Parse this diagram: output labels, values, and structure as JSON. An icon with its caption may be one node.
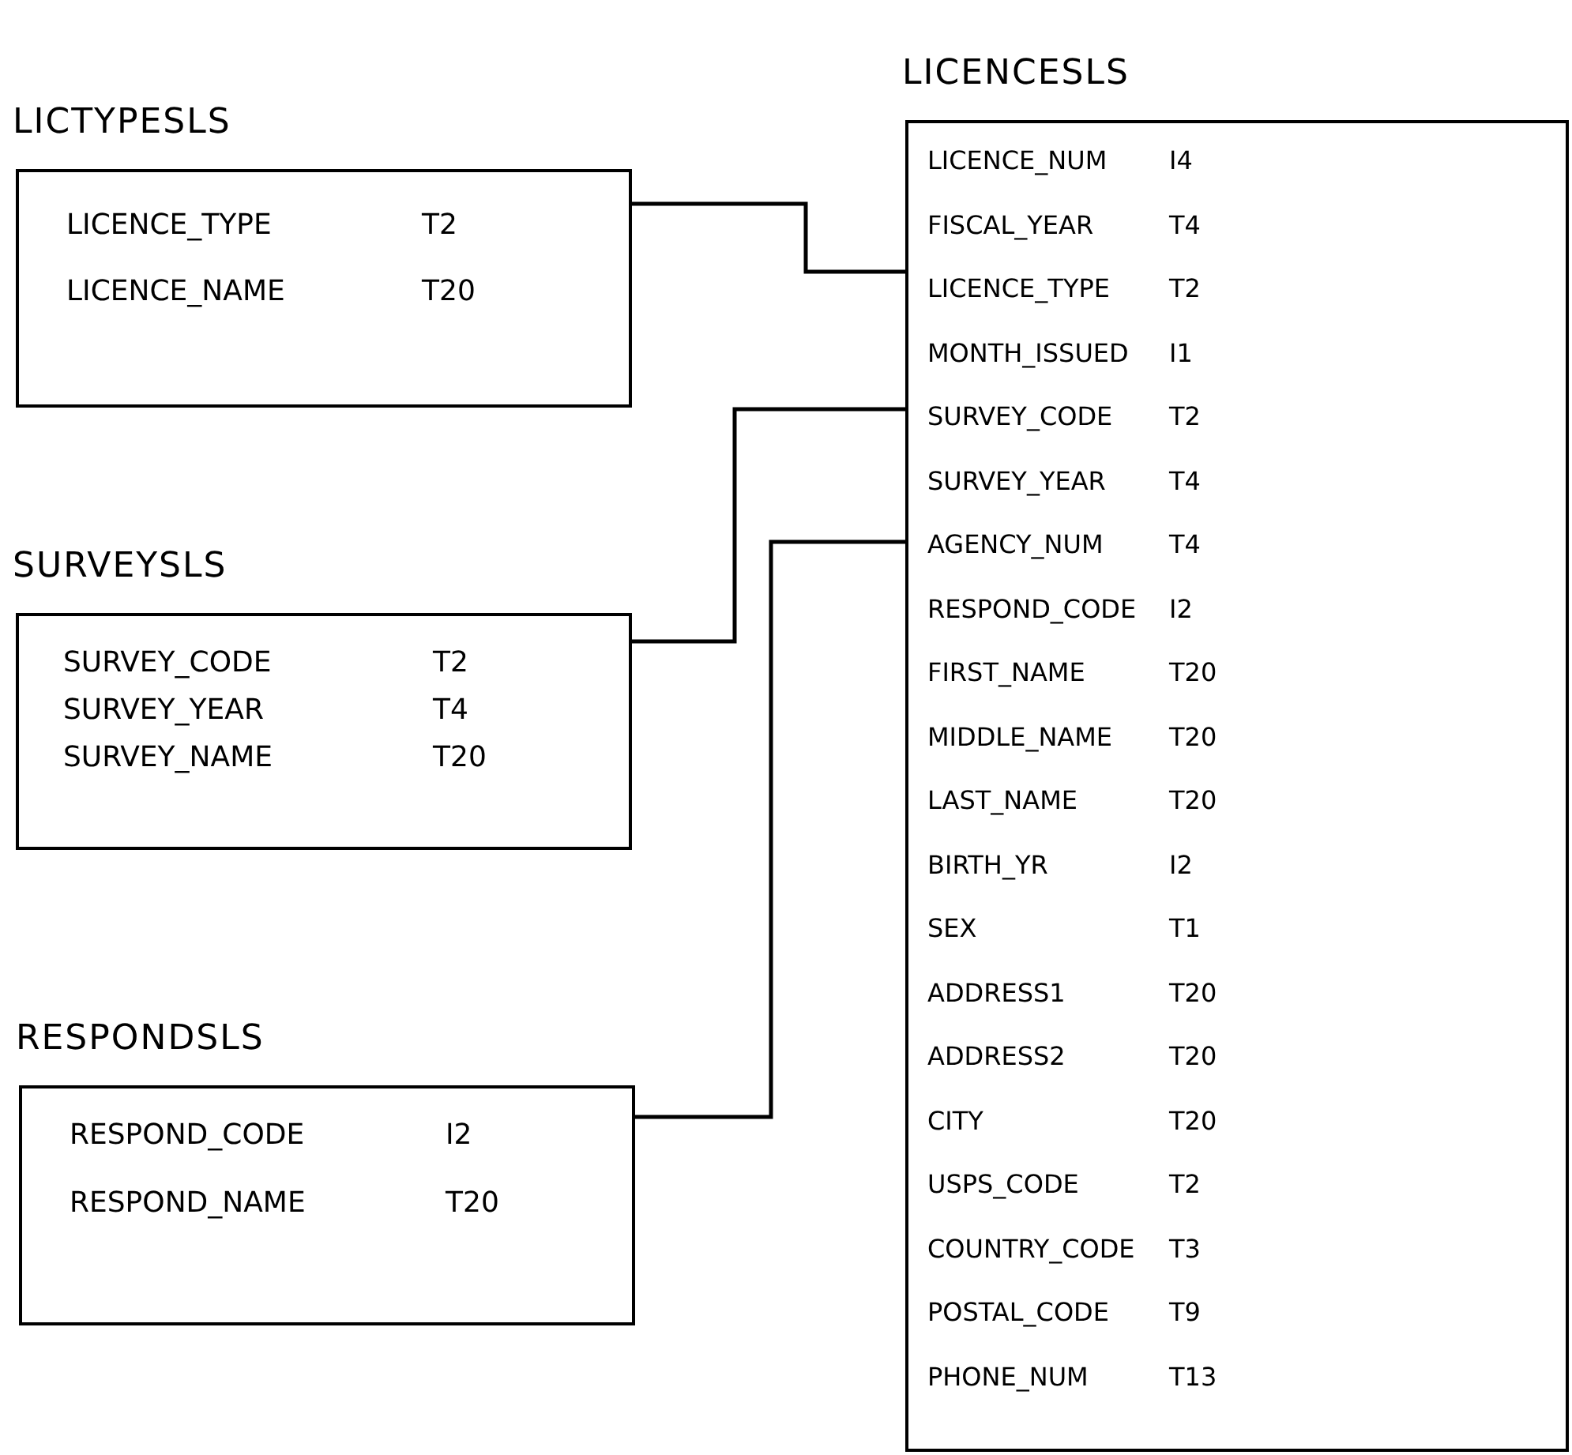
{
  "diagram": {
    "nodes": [
      {
        "text": [
          "LICTYPESLS",
          "LICENCE_TYPE",
          "T2",
          "LICENCE_NAME",
          "T20"
        ]
      },
      {
        "text": [
          "SURVEYSLS",
          "SURVEY_CODE",
          "T2",
          "SURVEY_YEAR",
          "T4",
          "SURVEY_NAME",
          "T20"
        ]
      },
      {
        "text": [
          "RESPONDSLS",
          "RESPOND_CODE",
          "I2",
          "RESPOND_NAME",
          "T20"
        ]
      },
      {
        "text": [
          "LICENCESLS",
          "LICENCE_NUM",
          "I4",
          "FISCAL_YEAR",
          "T4",
          "LICENCE_TYPE",
          "T2",
          "MONTH_ISSUED",
          "I1",
          "SURVEY_CODE",
          "T2",
          "SURVEY_YEAR",
          "T4",
          "AGENCY_NUM",
          "T4",
          "RESPOND_CODE",
          "I2",
          "FIRST_NAME",
          "T20",
          "MIDDLE_NAME",
          "T20",
          "LAST_NAME",
          "T20",
          "BIRTH_YR",
          "I2",
          "SEX",
          "T1",
          "ADDRESS1",
          "T20",
          "ADDRESS2",
          "T20",
          "CITY",
          "T20",
          "USPS_CODE",
          "T2",
          "COUNTRY_CODE",
          "T3",
          "POSTAL_CODE",
          "T9",
          "PHONE_NUM",
          "T13"
        ]
      }
    ],
    "edges": [
      {
        "from": 0,
        "to": 3,
        "arrow": "none"
      },
      {
        "from": 1,
        "to": 3,
        "arrow": "none"
      },
      {
        "from": 2,
        "to": 3,
        "arrow": "none"
      }
    ]
  }
}
